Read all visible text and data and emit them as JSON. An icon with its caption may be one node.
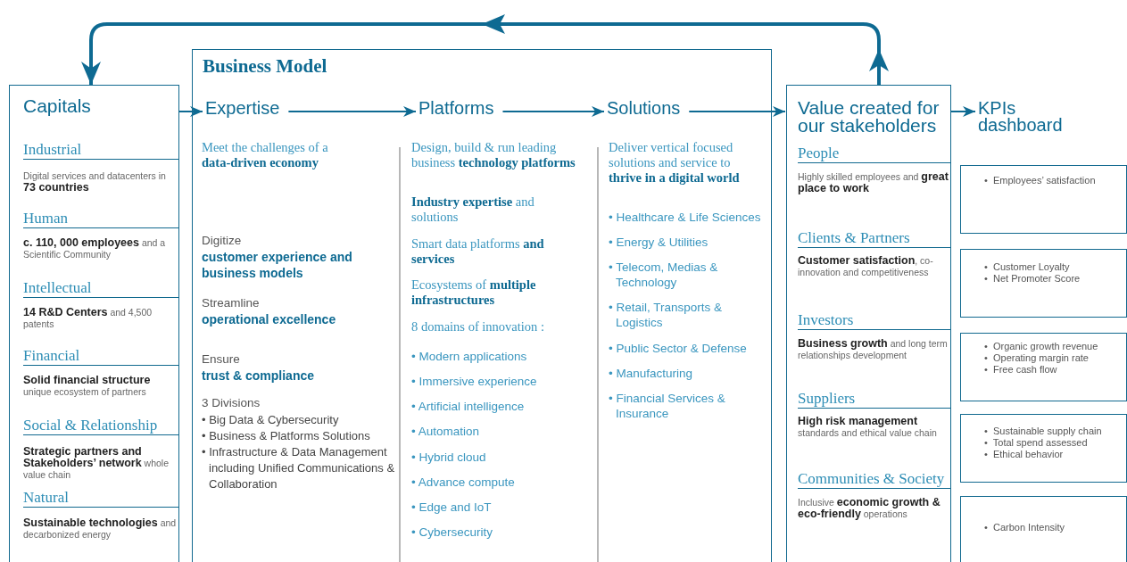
{
  "diagram": {
    "nodes": [
      {
        "text": [
          "Capitals",
          "Industrial",
          "Digital services and datacenters in **73 countries**",
          "Human",
          "**c. 110, 000 employees** and a Scientific Community",
          "Intellectual",
          "**14 R&D Centers** and 4,500 patents",
          "Financial",
          "**Solid financial structure** unique ecosystem of partners",
          "Social & Relationship",
          "**Strategic partners and Stakeholders’ network** whole value chain",
          "Natural",
          "**Sustainable technologies** and decarbonized energy"
        ]
      },
      {
        "text": [
          "Business Model"
        ]
      },
      {
        "text": [
          "Expertise"
        ],
        "in": 1
      },
      {
        "text": [
          "Meet the challenges of a **data-driven economy**",
          "Digitize",
          "customer experience and business models",
          "Streamline",
          "operational excellence",
          "Ensure",
          "trust & compliance",
          "3 Divisions",
          "• Big Data & Cybersecurity",
          "• Business & Platforms Solutions",
          "• Infrastructure & Data Management including Unified Communications & Collaboration"
        ],
        "in": 1
      },
      {
        "text": [
          "Platforms"
        ],
        "in": 1
      },
      {
        "text": [
          "Design, build & run leading business **technology platforms**",
          "**Industry expertise** and solutions",
          "Smart data platforms **and services**",
          "Ecosystems of **multiple infrastructures**",
          "8 domains of innovation :",
          "• Modern applications",
          "• Immersive experience",
          "• Artificial intelligence",
          "• Automation",
          "• Hybrid cloud",
          "• Advance compute",
          "• Edge and IoT",
          "• Cybersecurity"
        ],
        "in": 1
      },
      {
        "text": [
          "Solutions"
        ],
        "in": 1
      },
      {
        "text": [
          "Deliver vertical focused solutions and service to **thrive in a digital world**",
          "• Healthcare & Life Sciences",
          "• Energy & Utilities",
          "• Telecom, Medias & Technology",
          "• Retail, Transports & Logistics",
          "• Public Sector & Defense",
          "• Manufacturing",
          "• Financial Services & Insurance"
        ],
        "in": 1
      },
      {
        "text": [
          "Value created for our stakeholders",
          "People",
          "Highly skilled employees and **great place to work**",
          "Clients & Partners",
          "**Customer satisfaction**, co-innovation and competitiveness",
          "Investors",
          "**Business growth** and long term relationships development",
          "Suppliers",
          "**High risk management** standards and ethical value chain",
          "Communities & Society",
          "Inclusive **economic growth & eco-friendly** operations"
        ]
      },
      {
        "text": [
          "KPIs dashboard"
        ]
      },
      {
        "text": [
          "•  Employees’ satisfaction"
        ]
      },
      {
        "text": [
          "•  Customer Loyalty",
          "•  Net Promoter Score"
        ]
      },
      {
        "text": [
          "•  Organic growth revenue",
          "•  Operating margin rate",
          "•  Free cash flow"
        ]
      },
      {
        "text": [
          "•  Sustainable supply chain",
          "•  Total spend assessed",
          "•  Ethical behavior"
        ]
      },
      {
        "text": [
          "•  Carbon Intensity"
        ]
      }
    ],
    "edges": [
      {
        "from": 0,
        "to": 2,
        "arrow": "to"
      },
      {
        "from": 2,
        "to": 4,
        "arrow": "to"
      },
      {
        "from": 4,
        "to": 6,
        "arrow": "to"
      },
      {
        "from": 6,
        "to": 8,
        "arrow": "to"
      },
      {
        "from": 8,
        "to": 9,
        "arrow": "to"
      },
      {
        "from": 8,
        "to": 0,
        "arrow": "to",
        "style": "thick"
      }
    ]
  }
}
